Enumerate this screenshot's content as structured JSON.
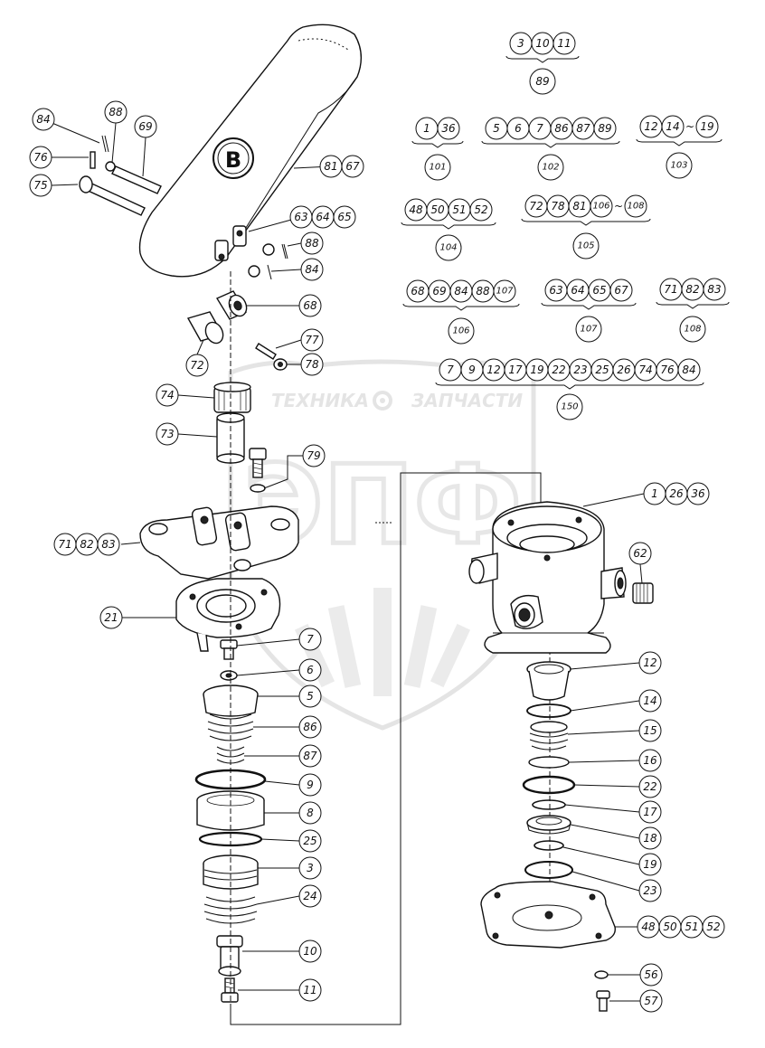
{
  "watermark": {
    "left_text": "ТЕХНИКА",
    "right_text": "ЗАПЧАСТИ",
    "logo_text": "ЭПФ"
  },
  "pedal_logo": "B",
  "callouts": [
    {
      "id": "c84a",
      "nums": [
        "84"
      ]
    },
    {
      "id": "c88a",
      "nums": [
        "88"
      ]
    },
    {
      "id": "c69",
      "nums": [
        "69"
      ]
    },
    {
      "id": "c76",
      "nums": [
        "76"
      ]
    },
    {
      "id": "c75",
      "nums": [
        "75"
      ]
    },
    {
      "id": "c8167",
      "nums": [
        "81",
        "67"
      ]
    },
    {
      "id": "c636465",
      "nums": [
        "63",
        "64",
        "65"
      ]
    },
    {
      "id": "c88b",
      "nums": [
        "88"
      ]
    },
    {
      "id": "c84b",
      "nums": [
        "84"
      ]
    },
    {
      "id": "c68",
      "nums": [
        "68"
      ]
    },
    {
      "id": "c72",
      "nums": [
        "72"
      ]
    },
    {
      "id": "c77",
      "nums": [
        "77"
      ]
    },
    {
      "id": "c78",
      "nums": [
        "78"
      ]
    },
    {
      "id": "c74",
      "nums": [
        "74"
      ]
    },
    {
      "id": "c73",
      "nums": [
        "73"
      ]
    },
    {
      "id": "c79",
      "nums": [
        "79"
      ]
    },
    {
      "id": "c718283",
      "nums": [
        "71",
        "82",
        "83"
      ]
    },
    {
      "id": "c21",
      "nums": [
        "21"
      ]
    },
    {
      "id": "c7",
      "nums": [
        "7"
      ]
    },
    {
      "id": "c6",
      "nums": [
        "6"
      ]
    },
    {
      "id": "c5",
      "nums": [
        "5"
      ]
    },
    {
      "id": "c86",
      "nums": [
        "86"
      ]
    },
    {
      "id": "c87",
      "nums": [
        "87"
      ]
    },
    {
      "id": "c9",
      "nums": [
        "9"
      ]
    },
    {
      "id": "c8",
      "nums": [
        "8"
      ]
    },
    {
      "id": "c25",
      "nums": [
        "25"
      ]
    },
    {
      "id": "c3",
      "nums": [
        "3"
      ]
    },
    {
      "id": "c24",
      "nums": [
        "24"
      ]
    },
    {
      "id": "c10",
      "nums": [
        "10"
      ]
    },
    {
      "id": "c11",
      "nums": [
        "11"
      ]
    },
    {
      "id": "c12636",
      "nums": [
        "1",
        "26",
        "36"
      ]
    },
    {
      "id": "c62",
      "nums": [
        "62"
      ]
    },
    {
      "id": "c12",
      "nums": [
        "12"
      ]
    },
    {
      "id": "c14",
      "nums": [
        "14"
      ]
    },
    {
      "id": "c15",
      "nums": [
        "15"
      ]
    },
    {
      "id": "c16",
      "nums": [
        "16"
      ]
    },
    {
      "id": "c22",
      "nums": [
        "22"
      ]
    },
    {
      "id": "c17",
      "nums": [
        "17"
      ]
    },
    {
      "id": "c18",
      "nums": [
        "18"
      ]
    },
    {
      "id": "c19",
      "nums": [
        "19"
      ]
    },
    {
      "id": "c23",
      "nums": [
        "23"
      ]
    },
    {
      "id": "c48505152",
      "nums": [
        "48",
        "50",
        "51",
        "52"
      ]
    },
    {
      "id": "c56",
      "nums": [
        "56"
      ]
    },
    {
      "id": "c57",
      "nums": [
        "57"
      ]
    }
  ],
  "kits": [
    {
      "parts": [
        "3",
        "10",
        "11"
      ],
      "separator": "",
      "kit": "89"
    },
    {
      "parts": [
        "1",
        "36"
      ],
      "separator": "",
      "kit": "101"
    },
    {
      "parts": [
        "5",
        "6",
        "7",
        "86",
        "87",
        "89"
      ],
      "separator": "",
      "kit": "102"
    },
    {
      "parts": [
        "12",
        "14",
        "19"
      ],
      "separator": "~",
      "kit": "103"
    },
    {
      "parts": [
        "48",
        "50",
        "51",
        "52"
      ],
      "separator": "",
      "kit": "104"
    },
    {
      "parts": [
        "72",
        "78",
        "81",
        "106",
        "108"
      ],
      "separator": "~",
      "kit": "105"
    },
    {
      "parts": [
        "68",
        "69",
        "84",
        "88",
        "107"
      ],
      "separator": "",
      "kit": "106"
    },
    {
      "parts": [
        "63",
        "64",
        "65",
        "67"
      ],
      "separator": "",
      "kit": "107"
    },
    {
      "parts": [
        "71",
        "82",
        "83"
      ],
      "separator": "",
      "kit": "108"
    },
    {
      "parts": [
        "7",
        "9",
        "12",
        "17",
        "19",
        "22",
        "23",
        "25",
        "26",
        "74",
        "76",
        "84"
      ],
      "separator": "",
      "kit": "150"
    }
  ]
}
